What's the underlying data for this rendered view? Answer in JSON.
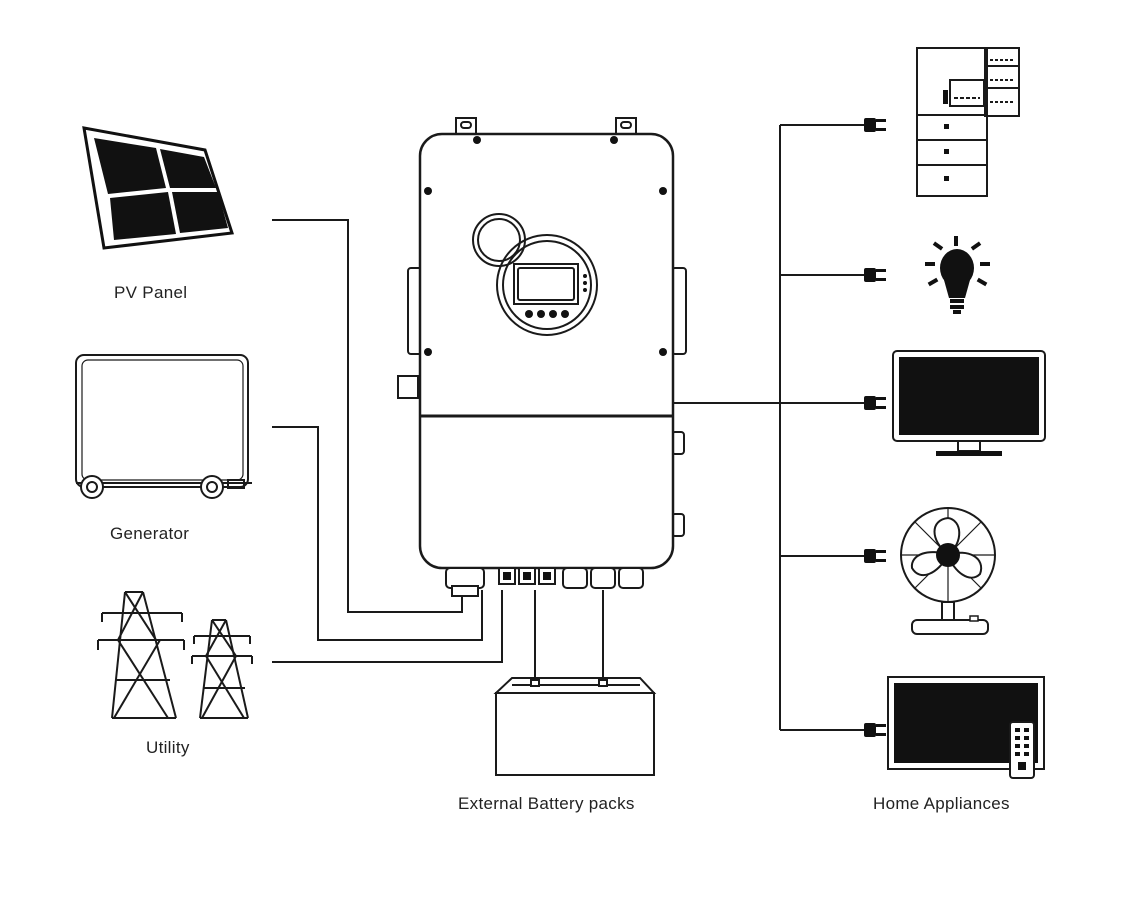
{
  "labels": {
    "pv_panel": "PV Panel",
    "generator": "Generator",
    "utility": "Utility",
    "battery": "External Battery packs",
    "appliances": "Home Appliances"
  },
  "colors": {
    "line": "#1a1a1a",
    "fill_dark": "#111111",
    "background": "#ffffff"
  },
  "icons": [
    "solar-panel-icon",
    "generator-icon",
    "power-tower-icon",
    "inverter-icon",
    "battery-icon",
    "refrigerator-icon",
    "light-bulb-icon",
    "monitor-icon",
    "fan-icon",
    "tv-icon",
    "remote-control-icon",
    "plug-icon"
  ]
}
